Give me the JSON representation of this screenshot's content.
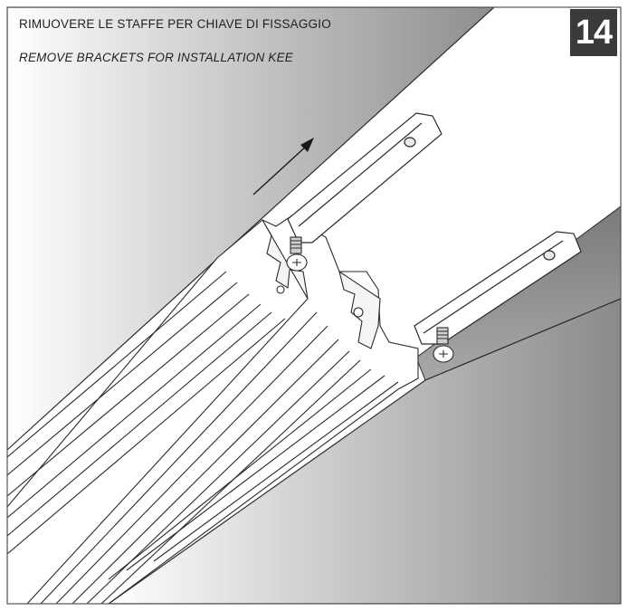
{
  "caption_it": "RIMUOVERE LE STAFFE PER CHIAVE DI FISSAGGIO",
  "caption_en": "REMOVE BRACKETS FOR INSTALLATION KEE",
  "step_number": "14",
  "colors": {
    "frame": "#555555",
    "badge_bg": "#3a3a3a",
    "badge_text": "#ffffff",
    "profile_fill": "#ffffff",
    "line": "#2a2a2a"
  },
  "icons": [
    "direction-arrow-icon",
    "screw-icon",
    "bracket-hole-icon"
  ]
}
